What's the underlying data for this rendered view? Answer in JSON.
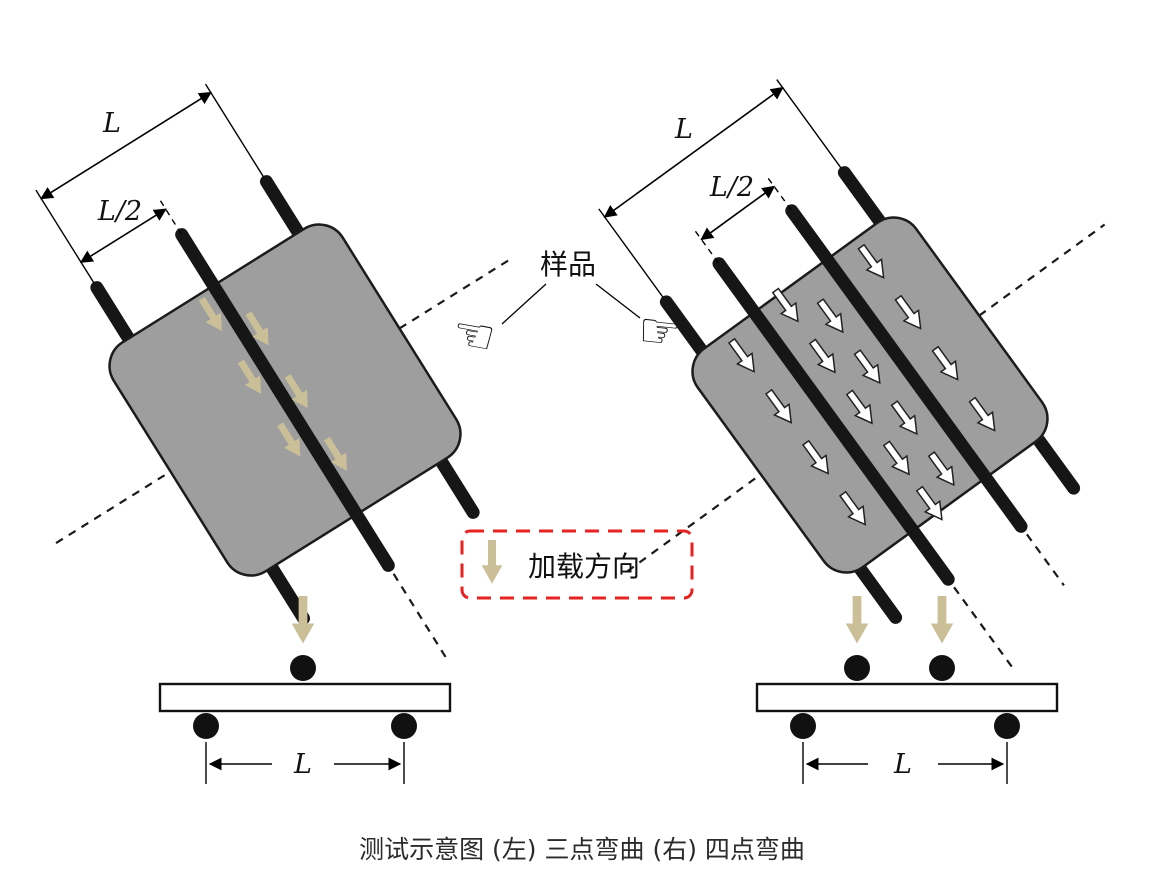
{
  "labels": {
    "sample": "样品",
    "load_direction": "加载方向",
    "span": "L",
    "half_span": "L/2"
  },
  "caption": "测试示意图 (左) 三点弯曲 (右) 四点弯曲",
  "icons": {
    "hand_left": "☜",
    "hand_right": "☞",
    "down_arrow": "↓"
  },
  "colors": {
    "sample_fill": "#9e9e9e",
    "sample_stroke": "#1c1c1c",
    "rod": "#161616",
    "load_arrow_beige": "#cbbf98",
    "load_arrow_white": "#ffffff",
    "legend_border_red": "#e62222",
    "line": "#000000",
    "background": "#ffffff"
  },
  "left_diagram": {
    "type": "三点弯曲",
    "position": "左"
  },
  "right_diagram": {
    "type": "四点弯曲",
    "position": "右"
  }
}
